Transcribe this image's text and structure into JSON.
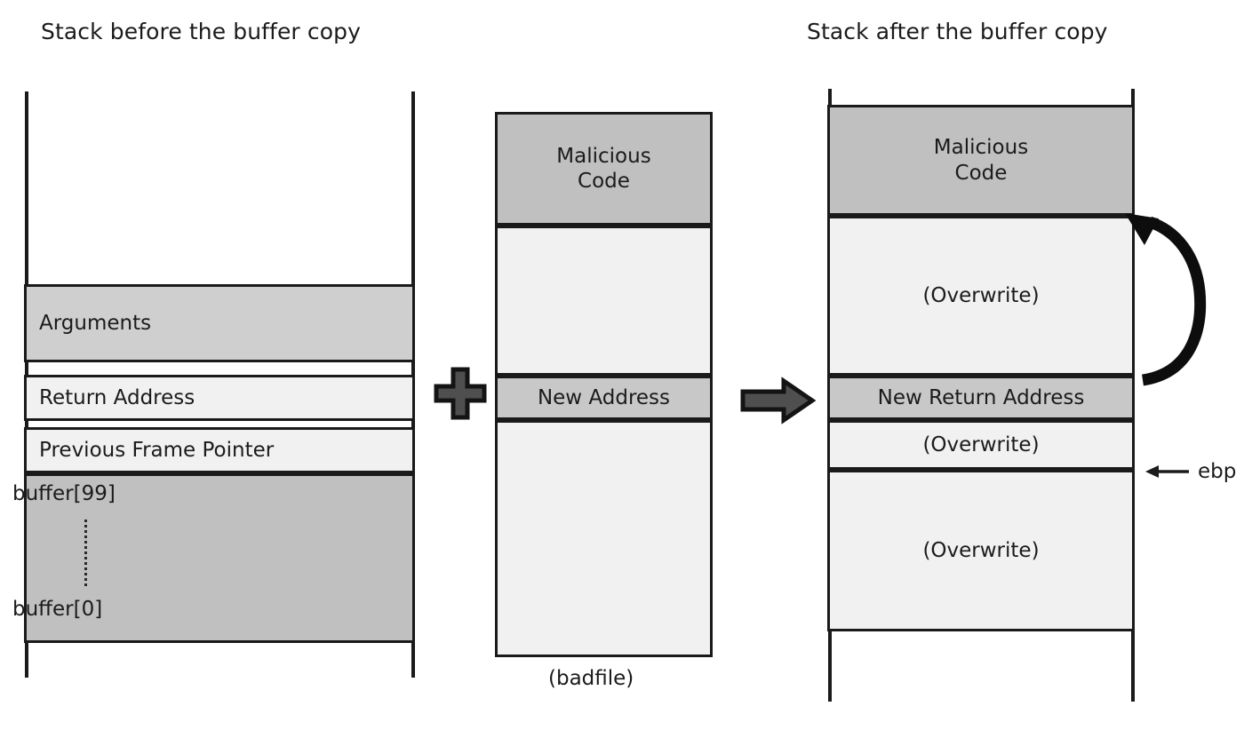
{
  "figure": {
    "type": "diagram",
    "subject": "Buffer overflow stack layout before and after a buffer copy"
  },
  "titles": {
    "left": "Stack before the buffer copy",
    "right": "Stack after the buffer copy"
  },
  "left_stack": {
    "name": "stack-before",
    "cells": [
      {
        "label": "",
        "fill": "#ffffff",
        "note": "empty-top-region"
      },
      {
        "label": "Arguments",
        "fill": "#cfcfcf"
      },
      {
        "label": "Return Address",
        "fill": "#f1f1f1"
      },
      {
        "label": "Previous Frame Pointer",
        "fill": "#f1f1f1"
      },
      {
        "label": "buffer[99]",
        "fill": "#c0c0c0"
      },
      {
        "label": "buffer[0]",
        "fill": "#c0c0c0"
      }
    ]
  },
  "middle_stack": {
    "name": "badfile",
    "caption": "(badfile)",
    "cells": [
      {
        "label": "Malicious\nCode",
        "line1": "Malicious",
        "line2": "Code",
        "fill": "#c0c0c0"
      },
      {
        "label": "",
        "fill": "#f1f1f1"
      },
      {
        "label": "New Address",
        "fill": "#c8c8c8"
      },
      {
        "label": "",
        "fill": "#f1f1f1"
      }
    ]
  },
  "right_stack": {
    "name": "stack-after",
    "cells": [
      {
        "line1": "Malicious",
        "line2": "Code",
        "fill": "#c0c0c0"
      },
      {
        "label": "(Overwrite)",
        "fill": "#f1f1f1"
      },
      {
        "label": "New Return Address",
        "fill": "#c8c8c8"
      },
      {
        "label": "(Overwrite)",
        "fill": "#f1f1f1"
      },
      {
        "label": "(Overwrite)",
        "fill": "#f1f1f1"
      }
    ]
  },
  "operators": {
    "plus": "+",
    "arrow": "→",
    "plus_fill": "#4f4f4f",
    "arrow_fill": "#4f4f4f"
  },
  "annotations": {
    "ebp": "ebp",
    "ebp_arrow": "←",
    "return_jump_arrow": "curved-arrow-from-new-return-address-to-malicious-code"
  },
  "colors": {
    "ink": "#1a1a1a",
    "dark_gray": "#c0c0c0",
    "mid_gray": "#cfcfcf",
    "light_gray": "#f1f1f1",
    "operator_gray": "#4f4f4f"
  }
}
